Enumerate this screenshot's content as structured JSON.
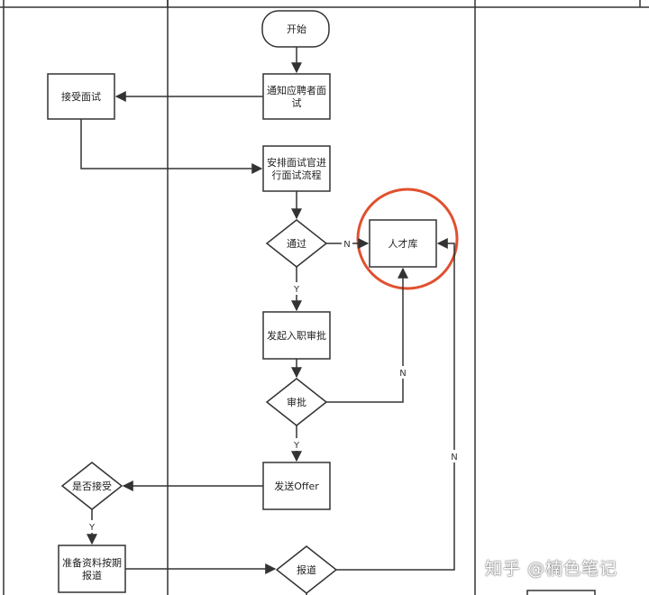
{
  "nodes": {
    "start": "开始",
    "notify": [
      "通知应聘者面",
      "试"
    ],
    "accept": "接受面试",
    "arrange": [
      "安排面试官进",
      "行面试流程"
    ],
    "pass": "通过",
    "talent": "人才库",
    "onboard": "发起入职审批",
    "approve": "审批",
    "offer": "发送Offer",
    "accept_q": "是否接受",
    "prepare": [
      "准备资料按期",
      "报道"
    ],
    "report": "报道"
  },
  "edge_labels": {
    "pass_no": "N",
    "pass_yes": "Y",
    "approve_no": "N",
    "approve_yes": "Y",
    "accept_yes": "Y",
    "report_no": "N"
  },
  "watermark": "知乎 @楠色笔记",
  "colors": {
    "line": "#333333",
    "highlight": "#e0502f"
  }
}
